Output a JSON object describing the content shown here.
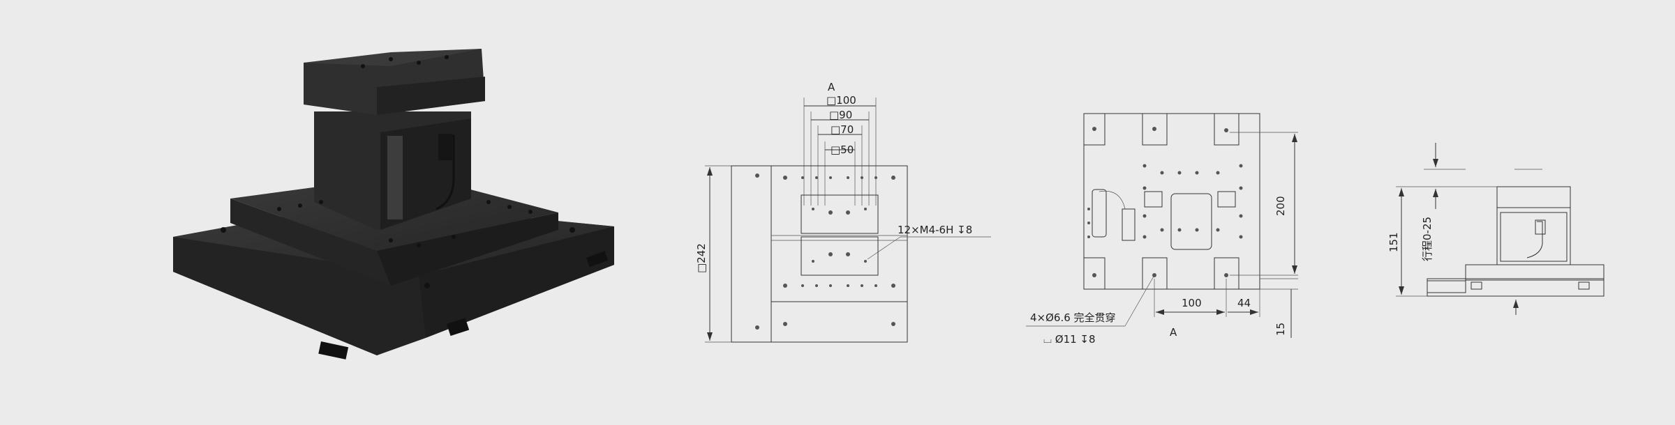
{
  "colors": {
    "background": "#ebebeb",
    "drawing": "#333333",
    "body": "#2b2b2b"
  },
  "front_view": {
    "section_label": "A",
    "squares": [
      "□100",
      "□90",
      "□70",
      "□50"
    ],
    "width_label": "□242",
    "hole_callout": "12×M4-6H ↧8"
  },
  "top_view": {
    "height_label": "200",
    "bottom_dims": [
      "100",
      "44"
    ],
    "offset_label": "15",
    "section_label": "A",
    "hole_callout_1": "4×Ø6.6 完全贯穿",
    "hole_callout_2": "⌴ Ø11 ↧8"
  },
  "side_view": {
    "height_label": "151",
    "stroke_label": "行程0-25"
  }
}
